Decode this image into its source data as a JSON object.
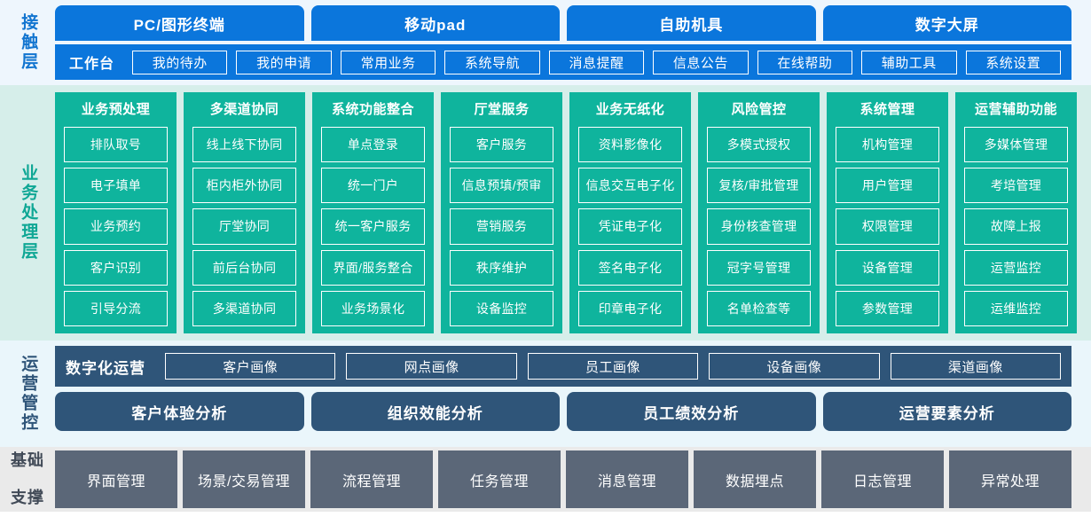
{
  "colors": {
    "blue": "#0b76dc",
    "blue_bg": "#eef6fd",
    "teal": "#0fb49d",
    "teal_bg": "#d6eeea",
    "darkblue": "#2f5579",
    "darkblue_bg": "#eaf6fb",
    "gray": "#5b6778",
    "gray_bg": "#eaeaea"
  },
  "touch_layer": {
    "label": "接触层",
    "channels": [
      "PC/图形终端",
      "移动pad",
      "自助机具",
      "数字大屏"
    ],
    "workbench_title": "工作台",
    "workbench_items": [
      "我的待办",
      "我的申请",
      "常用业务",
      "系统导航",
      "消息提醒",
      "信息公告",
      "在线帮助",
      "辅助工具",
      "系统设置"
    ]
  },
  "business_layer": {
    "label": "业务处理层",
    "columns": [
      {
        "title": "业务预处理",
        "items": [
          "排队取号",
          "电子填单",
          "业务预约",
          "客户识别",
          "引导分流"
        ]
      },
      {
        "title": "多渠道协同",
        "items": [
          "线上线下协同",
          "柜内柜外协同",
          "厅堂协同",
          "前后台协同",
          "多渠道协同"
        ]
      },
      {
        "title": "系统功能整合",
        "items": [
          "单点登录",
          "统一门户",
          "统一客户服务",
          "界面/服务整合",
          "业务场景化"
        ]
      },
      {
        "title": "厅堂服务",
        "items": [
          "客户服务",
          "信息预填/预审",
          "营销服务",
          "秩序维护",
          "设备监控"
        ]
      },
      {
        "title": "业务无纸化",
        "items": [
          "资料影像化",
          "信息交互电子化",
          "凭证电子化",
          "签名电子化",
          "印章电子化"
        ]
      },
      {
        "title": "风险管控",
        "items": [
          "多模式授权",
          "复核/审批管理",
          "身份核查管理",
          "冠字号管理",
          "名单检查等"
        ]
      },
      {
        "title": "系统管理",
        "items": [
          "机构管理",
          "用户管理",
          "权限管理",
          "设备管理",
          "参数管理"
        ]
      },
      {
        "title": "运营辅助功能",
        "items": [
          "多媒体管理",
          "考培管理",
          "故障上报",
          "运营监控",
          "运维监控"
        ]
      }
    ]
  },
  "ops_layer": {
    "label": "运营管控",
    "digital_ops_title": "数字化运营",
    "portraits": [
      "客户画像",
      "网点画像",
      "员工画像",
      "设备画像",
      "渠道画像"
    ],
    "analyses": [
      "客户体验分析",
      "组织效能分析",
      "员工绩效分析",
      "运营要素分析"
    ]
  },
  "base_layer": {
    "label_line1": "基础",
    "label_line2": "支撑",
    "items": [
      "界面管理",
      "场景/交易管理",
      "流程管理",
      "任务管理",
      "消息管理",
      "数据埋点",
      "日志管理",
      "异常处理"
    ]
  }
}
